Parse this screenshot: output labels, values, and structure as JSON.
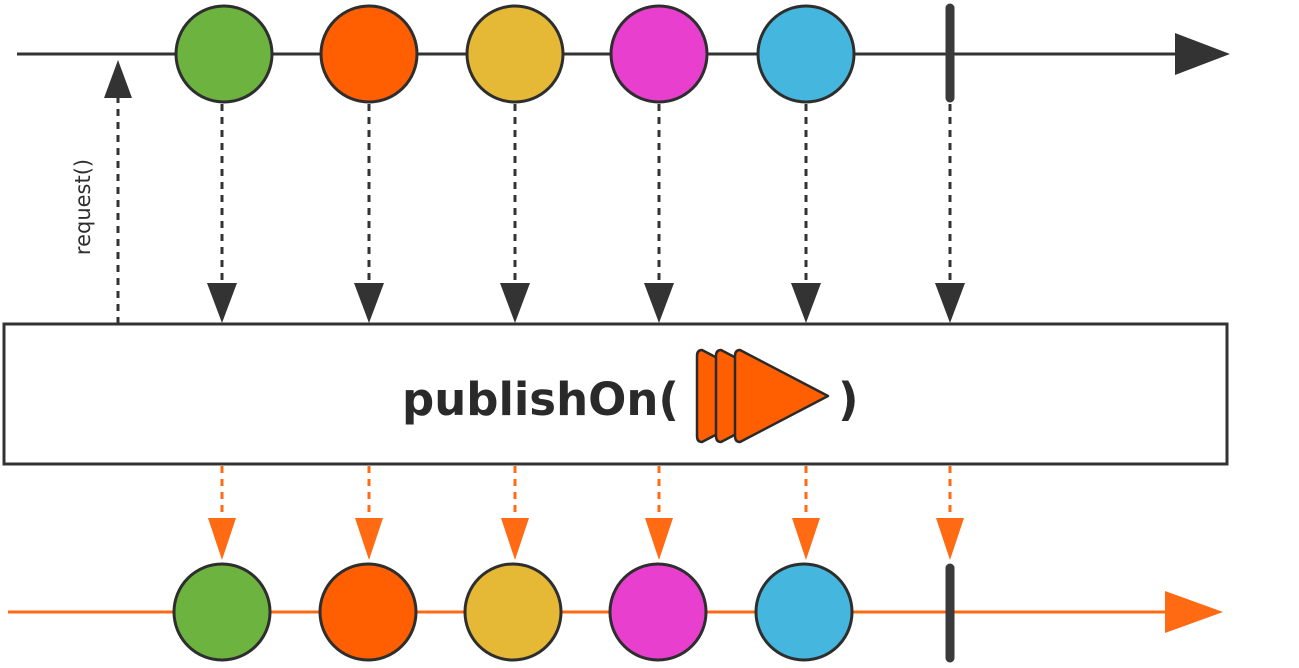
{
  "source": {
    "items": [
      {
        "name": "green-marble",
        "color": "#6db33f"
      },
      {
        "name": "orange-marble",
        "color": "#ff5f00"
      },
      {
        "name": "yellow-marble",
        "color": "#e5b935"
      },
      {
        "name": "magenta-marble",
        "color": "#e83fcf"
      },
      {
        "name": "blue-marble",
        "color": "#45b7de"
      }
    ],
    "line_color": "#333333",
    "request_label": "request()"
  },
  "operator": {
    "label": "publishOn(",
    "close_paren": ")",
    "scheduler_icon": "scheduler-triangles-icon",
    "scheduler_color": "#ff5f00"
  },
  "output": {
    "line_color": "#ff6a13",
    "arrow_color": "#ff6a13"
  },
  "colors": {
    "dark": "#333333",
    "marble_stroke": "#2e2e2e",
    "completion": "#3a3a3a"
  }
}
